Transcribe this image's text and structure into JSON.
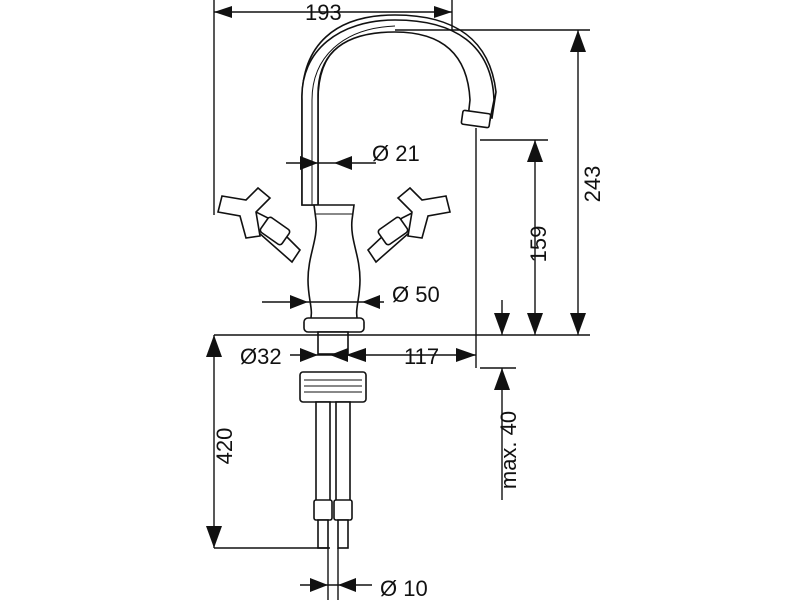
{
  "dimensions": {
    "total_width": "193",
    "total_height": "243",
    "spout_height": "159",
    "spout_reach": "117",
    "tube_diameter": "Ø 21",
    "body_diameter": "Ø 50",
    "base_diameter": "Ø32",
    "hose_length": "420",
    "max_thickness": "max. 40",
    "hose_diameter": "Ø 10"
  }
}
